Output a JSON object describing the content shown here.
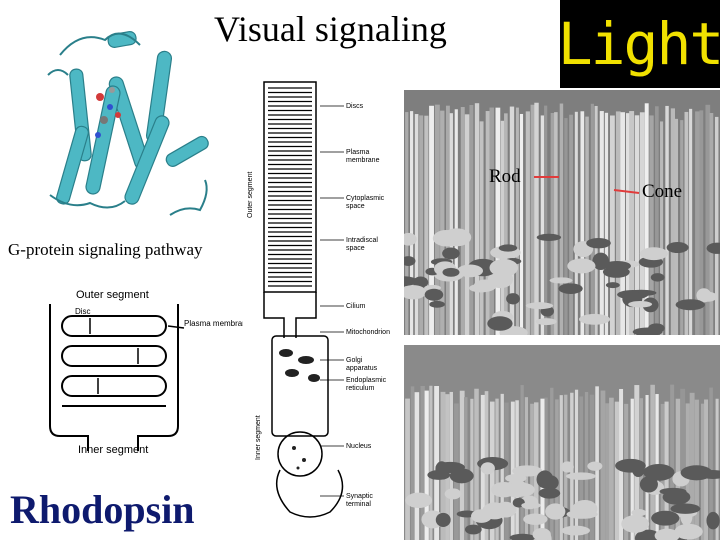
{
  "slide": {
    "title": "Visual signaling",
    "caption_pathway": "G-protein signaling pathway",
    "caption_protein": "Rhodopsin",
    "light_label": "Light",
    "colors": {
      "light_bg": "#000000",
      "light_text": "#f1e100",
      "protein": "#4db8c4",
      "rhodopsin_text": "#0e1a6e",
      "photo_labels": "#e13b3b"
    }
  },
  "disc_diagram": {
    "outer_label": "Outer segment",
    "inner_label": "Inner segment",
    "disc_label": "Disc",
    "membrane_label": "Plasma\nmembrane"
  },
  "rod_cell": {
    "outer_segment_label": "Outer segment",
    "inner_segment_label": "Inner segment",
    "labels": [
      "Discs",
      "Plasma\nmembrane",
      "Cytoplasmic\nspace",
      "Intradiscal\nspace",
      "Cilium",
      "Mitochondrion",
      "Golgi\napparatus",
      "Endoplasmic\nreticulum",
      "Nucleus",
      "Synaptic\nterminal"
    ]
  },
  "photos": {
    "rod_label": "Rod",
    "cone_label": "Cone"
  }
}
